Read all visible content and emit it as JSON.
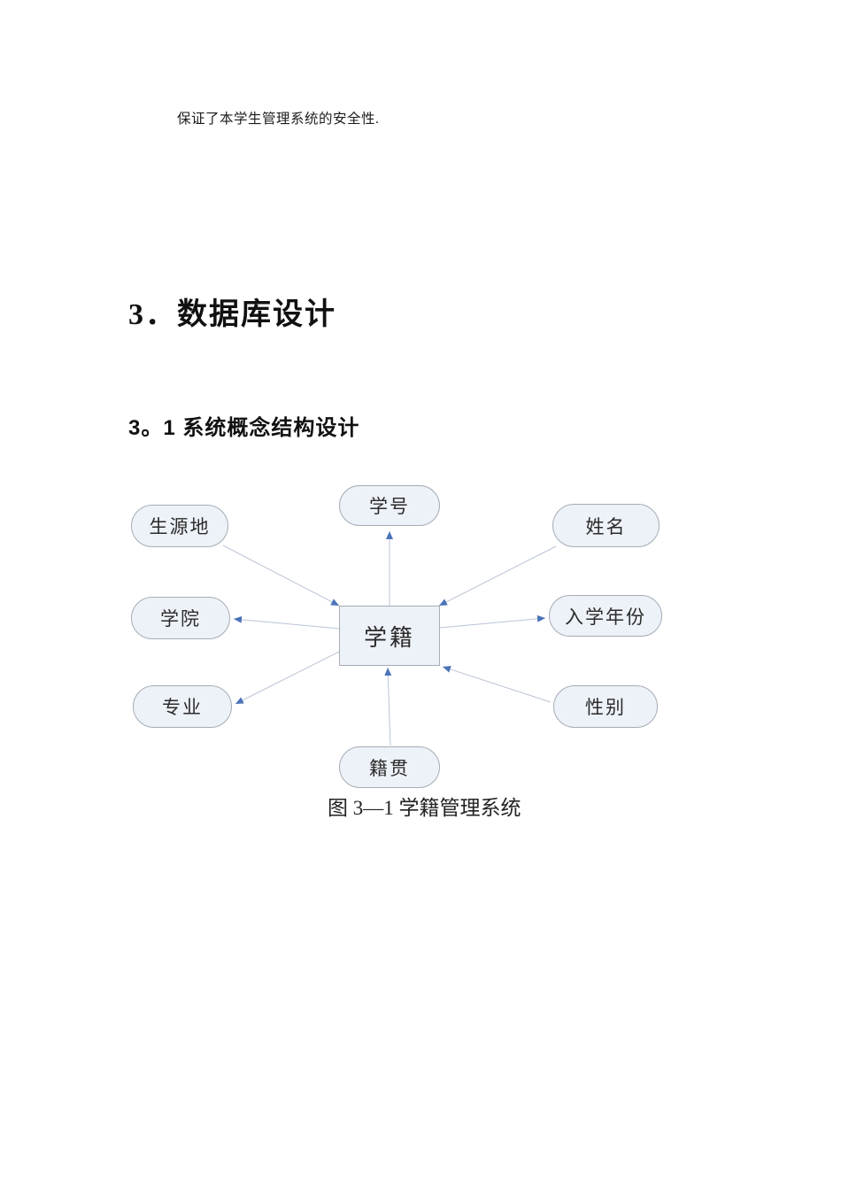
{
  "page": {
    "paragraph": "保证了本学生管理系统的安全性.",
    "heading": "3．数据库设计",
    "subheading": "3。1 系统概念结构设计",
    "caption": "图 3—1 学籍管理系统"
  },
  "diagram": {
    "type": "er-attribute-diagram",
    "entity": {
      "label": "学籍"
    },
    "attributes": [
      {
        "label": "学号",
        "position": "top",
        "arrow_points_to": "attribute"
      },
      {
        "label": "生源地",
        "position": "top-left",
        "arrow_points_to": "entity"
      },
      {
        "label": "姓名",
        "position": "top-right",
        "arrow_points_to": "entity"
      },
      {
        "label": "学院",
        "position": "left",
        "arrow_points_to": "attribute"
      },
      {
        "label": "入学年份",
        "position": "right",
        "arrow_points_to": "attribute"
      },
      {
        "label": "专业",
        "position": "bottom-left",
        "arrow_points_to": "attribute"
      },
      {
        "label": "性别",
        "position": "bottom-right",
        "arrow_points_to": "entity"
      },
      {
        "label": "籍贯",
        "position": "bottom",
        "arrow_points_to": "entity"
      }
    ],
    "colors": {
      "node_fill": "#edf1f8",
      "node_border": "#a6acb5",
      "line": "#bac4d6",
      "arrow": "#4a72b8"
    }
  }
}
